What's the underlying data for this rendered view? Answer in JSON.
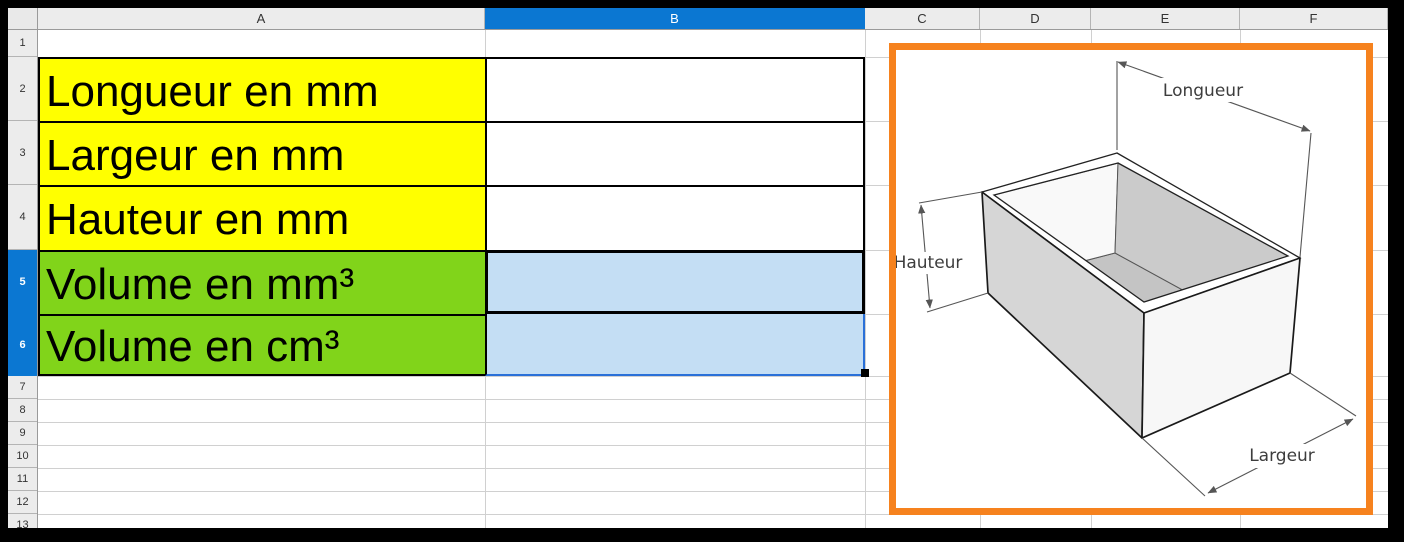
{
  "colors": {
    "header_selected_blue": "#0b77d2",
    "selection_fill": "#c4def4",
    "selection_border_blue": "#2a70d8",
    "cell_yellow": "#ffff00",
    "cell_green": "#81d41a",
    "image_border_orange": "#f6821e"
  },
  "sheet": {
    "column_headers": [
      "A",
      "B",
      "C",
      "D",
      "E",
      "F"
    ],
    "row_headers": [
      "1",
      "2",
      "3",
      "4",
      "5",
      "6",
      "7",
      "8",
      "9",
      "10",
      "11",
      "12",
      "13"
    ],
    "cells": {
      "A2": "Longueur en mm",
      "A3": "Largeur en mm",
      "A4": "Hauteur en mm",
      "A5": "Volume en mm³",
      "A6": "Volume en cm³",
      "B2": "",
      "B3": "",
      "B4": "",
      "B5": "",
      "B6": ""
    },
    "selection": {
      "selected_column": "B",
      "selected_rows": [
        "5",
        "6"
      ],
      "range": "B5:B6"
    }
  },
  "diagram": {
    "labels": {
      "longueur": "Longueur",
      "hauteur": "Hauteur",
      "largeur": "Largeur"
    }
  }
}
